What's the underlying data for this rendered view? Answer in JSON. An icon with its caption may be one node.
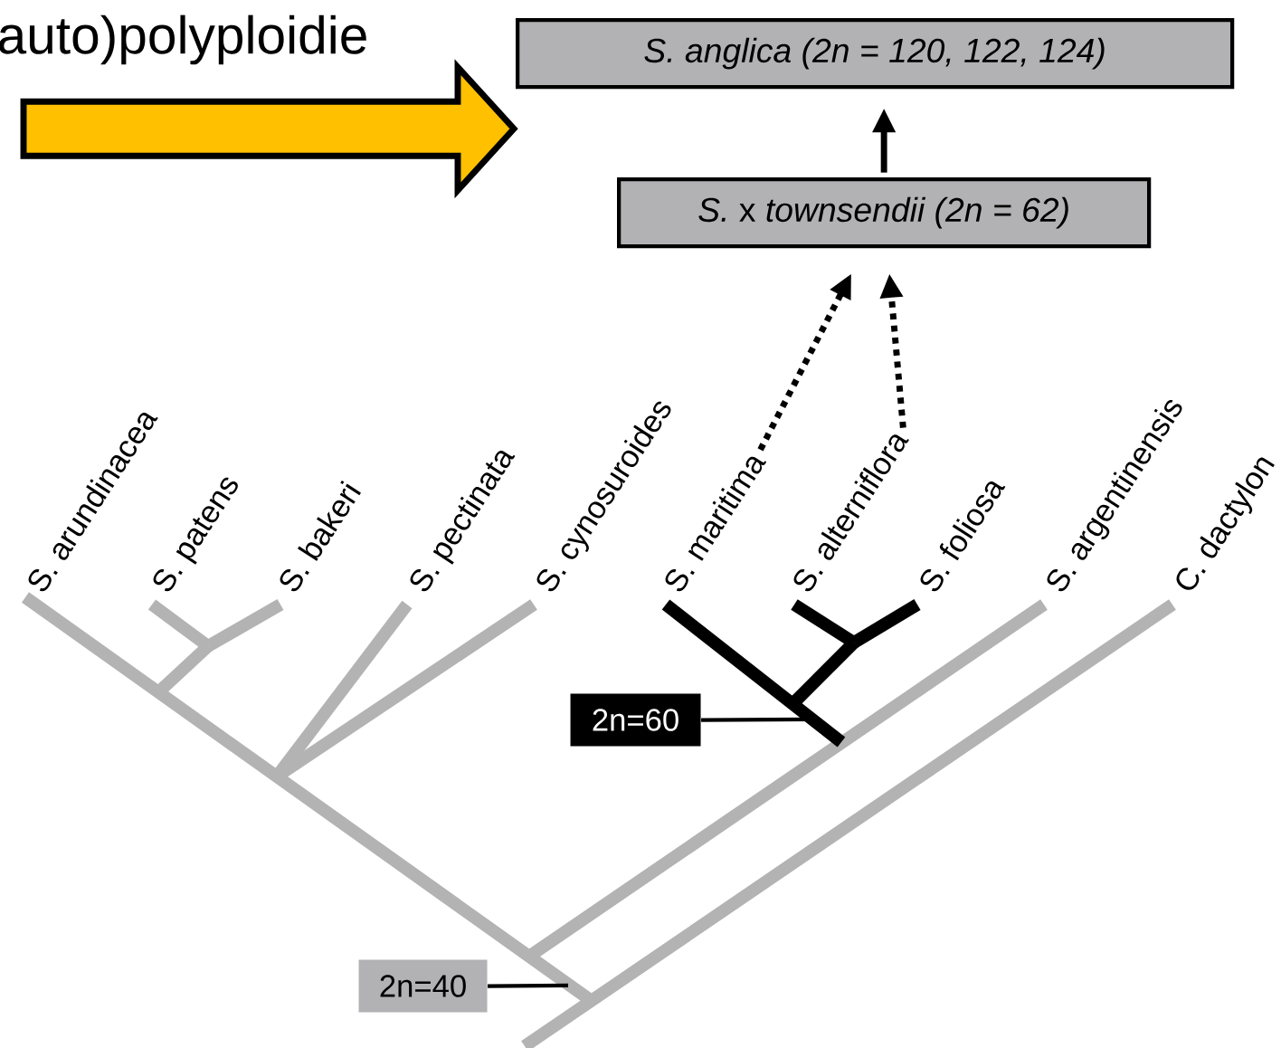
{
  "diagram": {
    "nodes": [
      {
        "text": [
          "S. anglica (2n = 120, 122, 124)"
        ]
      },
      {
        "text": [
          "*S.* x *townsendii (2n = 62)*"
        ]
      },
      {
        "text": [
          "S. maritima"
        ]
      },
      {
        "text": [
          "S. alterniflora"
        ]
      },
      {
        "text": [
          "2n=60"
        ]
      },
      {
        "text": [
          "2n=40"
        ]
      }
    ],
    "edges": [
      {
        "from": 1,
        "to": 0,
        "arrow": "to"
      },
      {
        "from": 2,
        "to": 1,
        "arrow": "to",
        "style": "dashed"
      },
      {
        "from": 3,
        "to": 1,
        "arrow": "to",
        "style": "dashed"
      },
      {
        "from": 4,
        "to": null,
        "arrow": "none"
      },
      {
        "from": 5,
        "to": null,
        "arrow": "none"
      },
      {
        "from": null,
        "to": 0,
        "arrow": "to",
        "style": "thick",
        "color": "#ffc000",
        "label": "auto)polyploidie"
      }
    ],
    "labels": [
      "S. arundinacea",
      "S. patens",
      "S. bakeri",
      "S. pectinata",
      "S. cynosuroides",
      "S. foliosa",
      "S. argentinensis",
      "C. dactylon"
    ]
  }
}
